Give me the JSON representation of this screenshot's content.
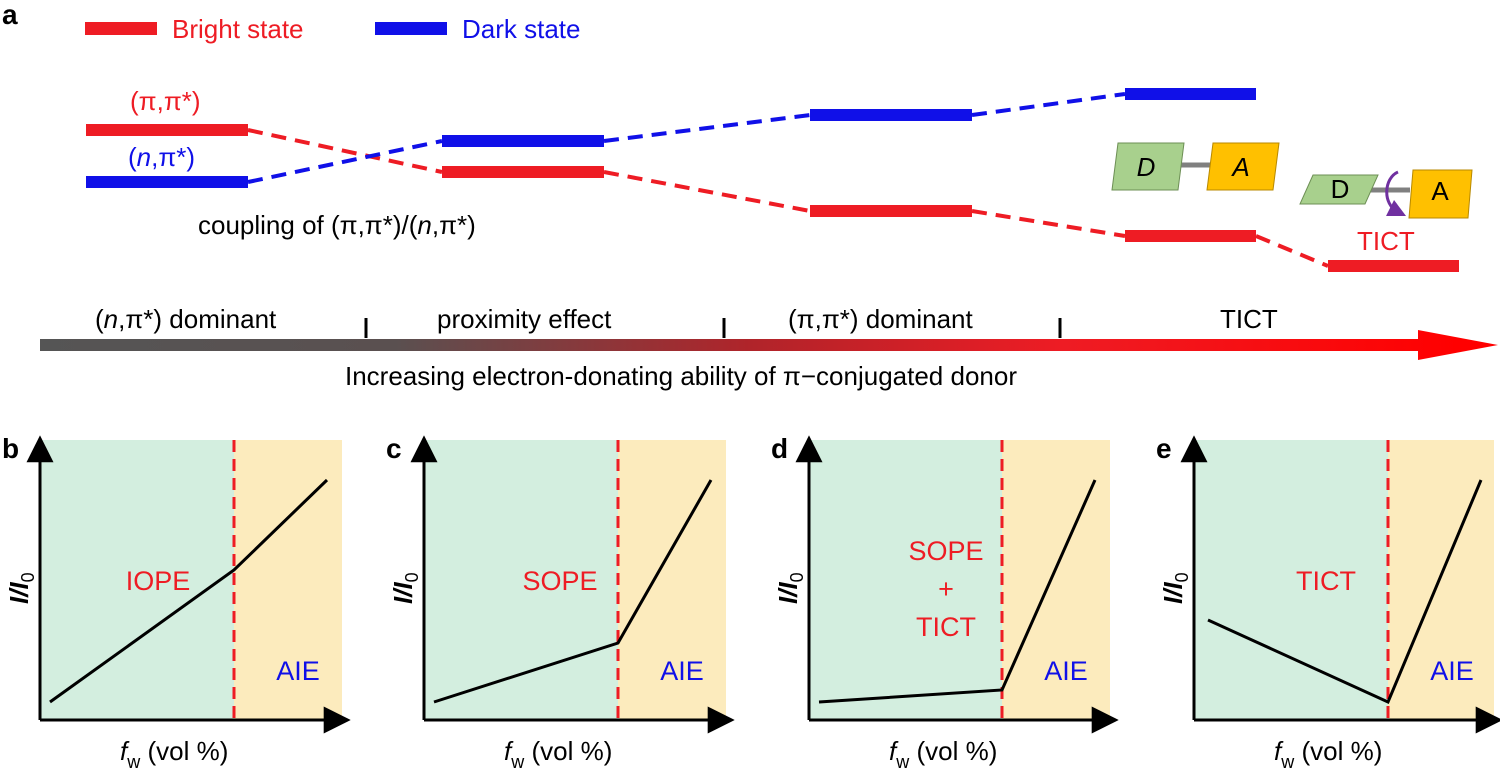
{
  "colors": {
    "bright": "#ee1c24",
    "dark": "#1010e8",
    "green_bg": "#d3eedf",
    "yellow_bg": "#fcebbd",
    "donor_fill": "#a8d08d",
    "acceptor_fill": "#ffc000",
    "twist_arrow": "#7030a0",
    "axis": "#000000"
  },
  "panel_a": {
    "letter": "a",
    "legend": {
      "bright_label": "Bright state",
      "dark_label": "Dark state"
    },
    "level_labels": {
      "pi_pi": "(π,π*)",
      "n_pi_open": "(",
      "n_pi_n": "n",
      "n_pi_close": ",π*)"
    },
    "coupling": {
      "prefix": "coupling of (π,π*)/(",
      "n": "n",
      "suffix": ",π*)"
    },
    "molecule": {
      "donor": "D",
      "acceptor": "A"
    },
    "tict_label": "TICT",
    "regimes": {
      "r1_open": "(",
      "r1_n": "n",
      "r1_close": ",π*) dominant",
      "r2": "proximity effect",
      "r3": "(π,π*) dominant",
      "r4": "TICT"
    },
    "axis_caption": "Increasing electron-donating ability of π−conjugated donor"
  },
  "panels": [
    {
      "letter": "b",
      "ylabel_i": "I",
      "ylabel_rest": "/I",
      "ylabel_sub": "0",
      "xlabel_f": "f",
      "xlabel_sub": "w",
      "xlabel_rest": " (vol %)",
      "left_lines": [
        "IOPE"
      ],
      "right_label": "AIE"
    },
    {
      "letter": "c",
      "ylabel_i": "I",
      "ylabel_rest": "/I",
      "ylabel_sub": "0",
      "xlabel_f": "f",
      "xlabel_sub": "w",
      "xlabel_rest": " (vol %)",
      "left_lines": [
        "SOPE"
      ],
      "right_label": "AIE"
    },
    {
      "letter": "d",
      "ylabel_i": "I",
      "ylabel_rest": "/I",
      "ylabel_sub": "0",
      "xlabel_f": "f",
      "xlabel_sub": "w",
      "xlabel_rest": " (vol %)",
      "left_lines": [
        "SOPE",
        "+",
        "TICT"
      ],
      "right_label": "AIE"
    },
    {
      "letter": "e",
      "ylabel_i": "I",
      "ylabel_rest": "/I",
      "ylabel_sub": "0",
      "xlabel_f": "f",
      "xlabel_sub": "w",
      "xlabel_rest": " (vol %)",
      "left_lines": [
        "TICT"
      ],
      "right_label": "AIE"
    }
  ]
}
